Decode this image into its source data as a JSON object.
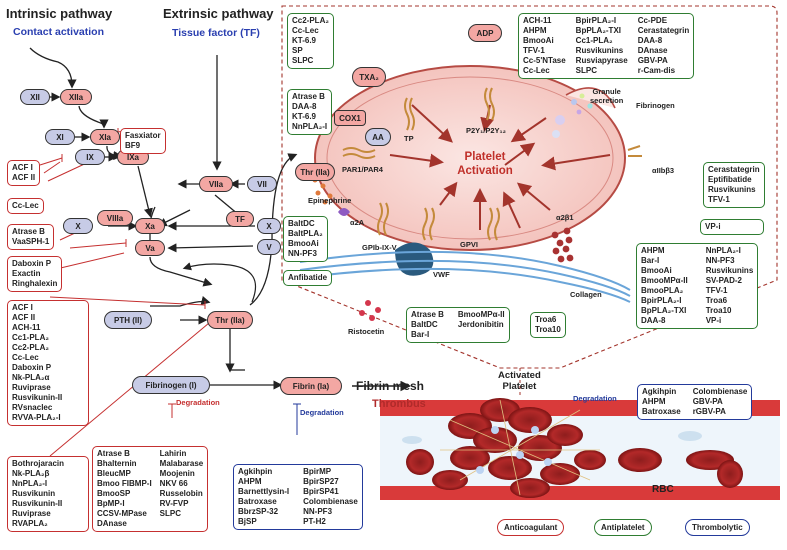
{
  "titles": {
    "intrinsic": "Intrinsic pathway",
    "contact": "Contact activation",
    "extrinsic": "Extrinsic pathway",
    "tissue_factor": "Tissue factor (TF)"
  },
  "factors": {
    "xii": "XII",
    "xiia": "XIIa",
    "xi": "XI",
    "xia": "XIa",
    "ix": "IX",
    "ixa": "IXa",
    "viia": "VIIa",
    "vii": "VII",
    "tf": "TF",
    "viiia": "VIIIa",
    "x_left": "X",
    "xa": "Xa",
    "x_right": "X",
    "va": "Va",
    "v": "V",
    "pth": "PTH (II)",
    "thr": "Thr (IIa)",
    "fibrinogen": "Fibrinogen (I)",
    "fibrin": "Fibrin (Ia)",
    "thr_platelet": "Thr (IIa)",
    "txa2": "TXA₂",
    "adp": "ADP",
    "cox1": "COX1",
    "aa": "AA"
  },
  "boxes": {
    "xia_inhib": [
      "Fasxiator",
      "BF9"
    ],
    "ix_inhib": [
      "ACF I",
      "ACF II"
    ],
    "cc_lec": [
      "Cc-Lec"
    ],
    "viiia_inhib": [
      "Atrase B",
      "VaaSPH-1"
    ],
    "xa_inhib": [
      "Daboxin P",
      "Exactin",
      "Ringhalexin"
    ],
    "thr_inhib_1": [
      "ACF I",
      "ACF II",
      "ACH-11",
      "Cc1-PLA₂",
      "Cc2-PLA₂",
      "Cc-Lec",
      "Daboxin P",
      "Nk-PLA₂α",
      "Ruviprase",
      "Rusvikunin-II",
      "RVsnaclec",
      "RVVA-PLA₂-I"
    ],
    "thr_inhib_2": [
      "Bothrojaracin",
      "Nk-PLA₂β",
      "NnPLA₂-I",
      "Rusvikunin",
      "Rusvikunin-II",
      "Ruviprase",
      "RVAPLA₂"
    ],
    "fibrinogen_deg_a": [
      "Atrase B",
      "Bhalternin",
      "BleucMP",
      "Bmoo FIBMP-I",
      "BmooSP",
      "BpMP-I",
      "CCSV-MPase",
      "DAnase"
    ],
    "fibrinogen_deg_b": [
      "Lahirin",
      "Malabarase",
      "Moojenin",
      "NKV 66",
      "Russelobin",
      "RV-FVP",
      "SLPC"
    ],
    "fibrin_deg_a": [
      "Agkihpin",
      "AHPM",
      "Barnettlysin-I",
      "Batroxase",
      "BbrzSP-32",
      "BjSP"
    ],
    "fibrin_deg_b": [
      "BpirMP",
      "BpirSP27",
      "BpirSP41",
      "Colombienase",
      "NN-PF3",
      "PT-H2"
    ],
    "thrombus_deg_a": [
      "Agkihpin",
      "AHPM",
      "Batroxase"
    ],
    "thrombus_deg_b": [
      "Colombienase",
      "GBV-PA",
      "rGBV-PA"
    ],
    "txa2_inhib": [
      "Cc2-PLA₂",
      "Cc-Lec",
      "KT-6.9",
      "SP",
      "SLPC"
    ],
    "par_inhib": [
      "Atrase B",
      "DAA-8",
      "KT-6.9",
      "NnPLA₂-I"
    ],
    "adp_inhib_a": [
      "ACH-11",
      "AHPM",
      "BmooAi",
      "TFV-1",
      "Cc-5'NTase",
      "Cc-Lec"
    ],
    "adp_inhib_b": [
      "BpirPLA₂-I",
      "BpPLA₂-TXI",
      "Cc1-PLA₂",
      "Rusvikunins",
      "Rusviapyrase",
      "SLPC"
    ],
    "adp_inhib_c": [
      "Cc-PDE",
      "Cerastategrin",
      "DAA-8",
      "DAnase",
      "GBV-PA",
      "r-Cam-dis"
    ],
    "gpib_inhib": [
      "BaltDC",
      "BaltPLA₂",
      "BmooAi",
      "NN-PF3"
    ],
    "anfibatide": [
      "Anfibatide"
    ],
    "vwf_inhib_a": [
      "Atrase B",
      "BaltDC",
      "Bar-I"
    ],
    "vwf_inhib_b": [
      "BmooMPα-II",
      "Jerdonibitin"
    ],
    "gpvi_inhib": [
      "Troa6",
      "Troa10"
    ],
    "aiib_inhib": [
      "Cerastategrin",
      "Eptifibatide",
      "Rusvikunins",
      "TFV-1"
    ],
    "vpi": [
      "VP-i"
    ],
    "a2b1_inhib_a": [
      "AHPM",
      "Bar-I",
      "BmooAi",
      "BmooMPα-II",
      "BmooPLA₂",
      "BpirPLA₂-I",
      "BpPLA₂-TXI",
      "DAA-8"
    ],
    "a2b1_inhib_b": [
      "NnPLA₂-I",
      "NN-PF3",
      "Rusvikunins",
      "SV-PAD-2",
      "TFV-1",
      "Troa6",
      "Troa10",
      "VP-i"
    ]
  },
  "labels": {
    "platelet_activation_1": "Platelet",
    "platelet_activation_2": "Activation",
    "tp": "TP",
    "p2y": "P2Y₁/P2Y₁₂",
    "par": "PAR1/PAR4",
    "granule_1": "Granule",
    "granule_2": "secretion",
    "fibrinogen": "Fibrinogen",
    "aiib": "αIIbβ3",
    "epinephrine": "Epinephrine",
    "a2a": "α2A",
    "gpib": "GPIb-IX-V",
    "vwf": "VWF",
    "gpvi": "GPVI",
    "a2b1": "α2β1",
    "collagen": "Collagen",
    "ristocetin": "Ristocetin",
    "fibrin_mesh": "Fibrin mesh",
    "thrombus": "Thrombus",
    "activated_1": "Activated",
    "activated_2": "Platelet",
    "rbc": "RBC",
    "degradation": "Degradation"
  },
  "legend": {
    "anticoagulant": "Anticoagulant",
    "antiplatelet": "Antiplatelet",
    "thrombolytic": "Thrombolytic"
  },
  "colors": {
    "anticoagulant": "#c53030",
    "antiplatelet": "#2f7d32",
    "thrombolytic": "#233a9b",
    "inactive_factor": "#c7cbe6",
    "active_factor": "#f3a7a3"
  }
}
